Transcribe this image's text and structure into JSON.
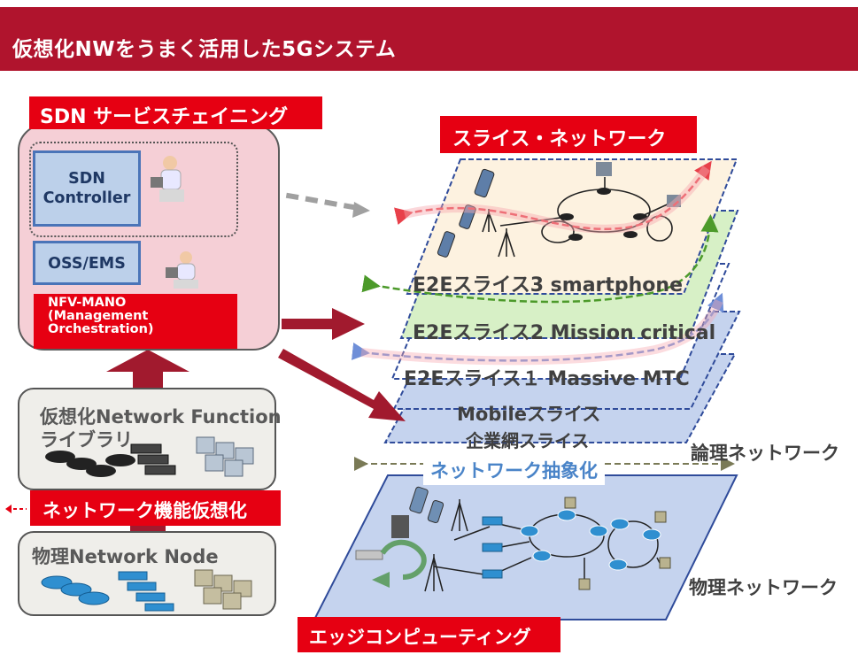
{
  "header": {
    "title": "仮想化NWをうまく活用した5Gシステム"
  },
  "labels": {
    "sdn_service_chaining": "SDN サービスチェイニング",
    "slice_network": "スライス・ネットワーク",
    "nfv": "ネットワーク機能仮想化",
    "edge_computing": "エッジコンピューティング",
    "logical_network": "論理ネットワーク",
    "network_abstraction": "ネットワーク抽象化",
    "physical_network": "物理ネットワーク"
  },
  "sdn_box": {
    "controller": "SDN Controller",
    "oss_ems": "OSS/EMS",
    "mano": "NFV-MANO\n(Management\nOrchestration)"
  },
  "left_layers": {
    "vnf_library_line1": "仮想化Network Function",
    "vnf_library_line2": "ライブラリ",
    "physical_nodes": "物理Network Node"
  },
  "slices": [
    {
      "label": "E2Eスライス3  smartphone",
      "fill": "#fdf2e0"
    },
    {
      "label": "E2Eスライス2  Mission critical",
      "fill": "#d7f0c6"
    },
    {
      "label": "E2Eスライス１  Massive MTC",
      "fill": "#ffffff"
    },
    {
      "label": "Mobileスライス",
      "fill": "#c5d3ee"
    },
    {
      "label": "企業網スライス",
      "fill": "#c5d3ee"
    }
  ],
  "colors": {
    "banner": "#b0142d",
    "label_red": "#e60012",
    "arrow_red": "#a11a2e",
    "slice_border": "#2f4b9a"
  }
}
